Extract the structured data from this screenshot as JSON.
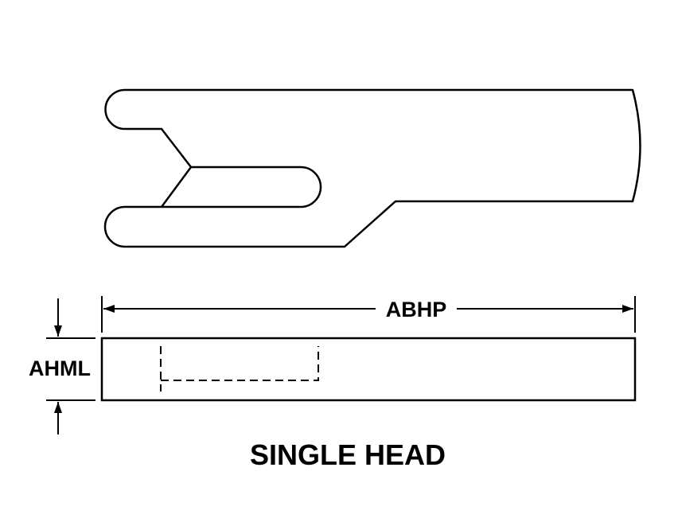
{
  "diagram": {
    "title": "SINGLE HEAD",
    "dimensions": {
      "length_label": "ABHP",
      "thickness_label": "AHML"
    },
    "colors": {
      "line": "#000000",
      "background": "#ffffff"
    }
  }
}
